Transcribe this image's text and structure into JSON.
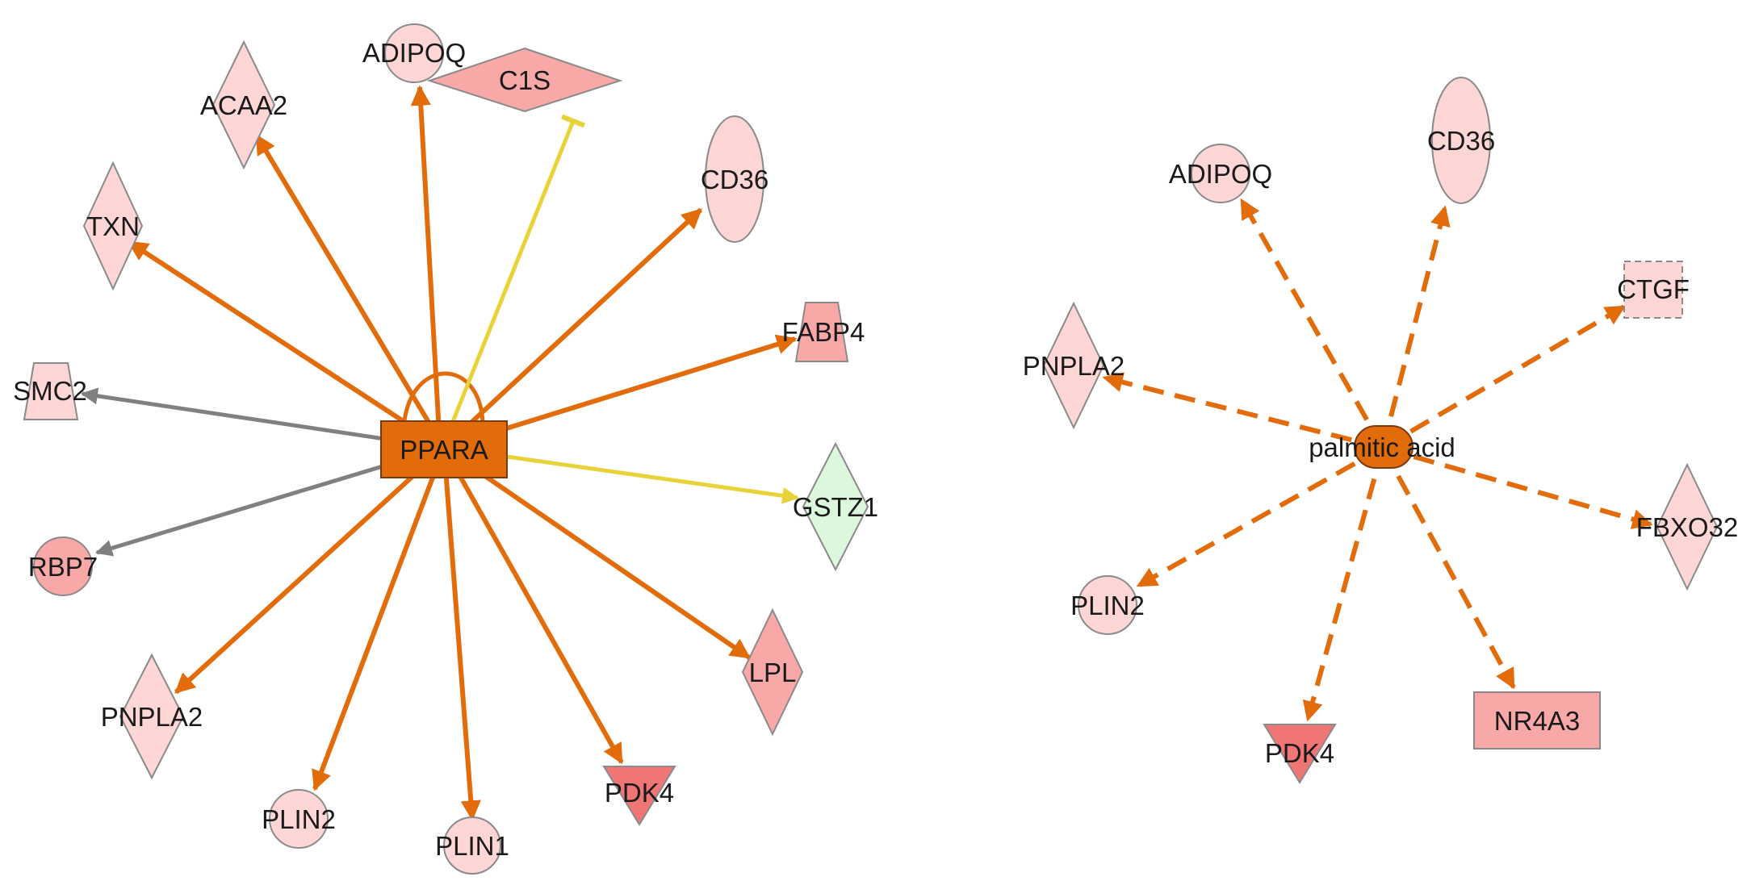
{
  "colors": {
    "activation": "#E36C0A",
    "inhibition": "#E8D23A",
    "inconsistent": "#E8D23A",
    "no_prediction": "#808080",
    "hub_fill": "#E36C0A",
    "up_light": "#FFD6D6",
    "up_medium": "#F9A8A8",
    "up_strong": "#F07676",
    "down_light": "#DDF7DD",
    "node_stroke": "#8A8A8A"
  },
  "networks": [
    {
      "id": "ppara",
      "hub": {
        "label": "PPARA",
        "shape": "rectangle"
      },
      "self_loop": true,
      "targets": [
        {
          "label": "ADIPOQ",
          "shape": "circle",
          "fill": "up_light",
          "edge": "activation",
          "style": "solid"
        },
        {
          "label": "C1S",
          "shape": "diamond-flat",
          "fill": "up_medium",
          "edge": "inhibition",
          "style": "solid"
        },
        {
          "label": "CD36",
          "shape": "ellipse",
          "fill": "up_light",
          "edge": "activation",
          "style": "solid"
        },
        {
          "label": "FABP4",
          "shape": "trapezoid",
          "fill": "up_medium",
          "edge": "activation",
          "style": "solid"
        },
        {
          "label": "GSTZ1",
          "shape": "diamond",
          "fill": "down_light",
          "edge": "inconsistent",
          "style": "solid"
        },
        {
          "label": "LPL",
          "shape": "diamond",
          "fill": "up_medium",
          "edge": "activation",
          "style": "solid"
        },
        {
          "label": "PDK4",
          "shape": "triangle-down",
          "fill": "up_strong",
          "edge": "activation",
          "style": "solid"
        },
        {
          "label": "PLIN1",
          "shape": "circle",
          "fill": "up_light",
          "edge": "activation",
          "style": "solid"
        },
        {
          "label": "PLIN2",
          "shape": "circle",
          "fill": "up_light",
          "edge": "activation",
          "style": "solid"
        },
        {
          "label": "PNPLA2",
          "shape": "diamond",
          "fill": "up_light",
          "edge": "activation",
          "style": "solid"
        },
        {
          "label": "RBP7",
          "shape": "circle",
          "fill": "up_medium",
          "edge": "no_prediction",
          "style": "solid"
        },
        {
          "label": "SMC2",
          "shape": "trapezoid",
          "fill": "up_light",
          "edge": "no_prediction",
          "style": "solid"
        },
        {
          "label": "TXN",
          "shape": "diamond",
          "fill": "up_light",
          "edge": "activation",
          "style": "solid"
        },
        {
          "label": "ACAA2",
          "shape": "diamond",
          "fill": "up_light",
          "edge": "activation",
          "style": "solid"
        }
      ]
    },
    {
      "id": "palmitic",
      "hub": {
        "label": "palmitic acid",
        "shape": "pill"
      },
      "self_loop": false,
      "targets": [
        {
          "label": "ADIPOQ",
          "shape": "circle",
          "fill": "up_light",
          "edge": "activation",
          "style": "dashed"
        },
        {
          "label": "CD36",
          "shape": "ellipse",
          "fill": "up_light",
          "edge": "activation",
          "style": "dashed"
        },
        {
          "label": "CTGF",
          "shape": "square-dashed",
          "fill": "up_light",
          "edge": "activation",
          "style": "dashed"
        },
        {
          "label": "FBXO32",
          "shape": "diamond",
          "fill": "up_light",
          "edge": "activation",
          "style": "dashed"
        },
        {
          "label": "NR4A3",
          "shape": "rectangle",
          "fill": "up_medium",
          "edge": "activation",
          "style": "dashed"
        },
        {
          "label": "PDK4",
          "shape": "triangle-down",
          "fill": "up_strong",
          "edge": "activation",
          "style": "dashed"
        },
        {
          "label": "PLIN2",
          "shape": "circle",
          "fill": "up_light",
          "edge": "activation",
          "style": "dashed"
        },
        {
          "label": "PNPLA2",
          "shape": "diamond",
          "fill": "up_light",
          "edge": "activation",
          "style": "dashed"
        }
      ]
    }
  ]
}
